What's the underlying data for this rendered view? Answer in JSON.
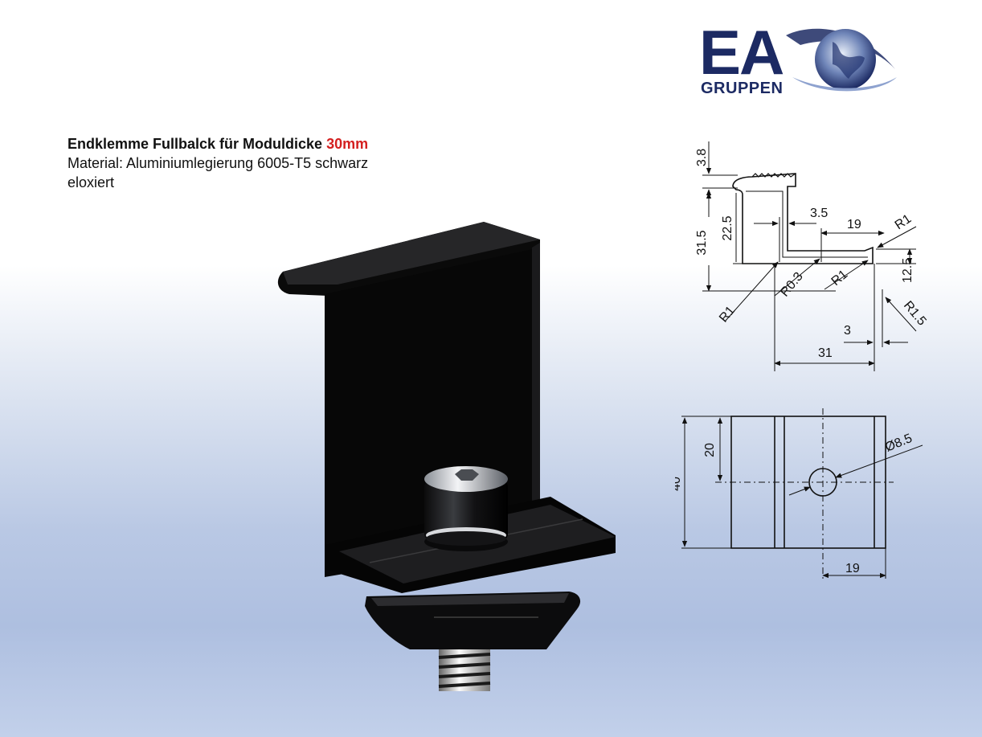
{
  "logo": {
    "brand": "EA",
    "subtitle": "GRUPPEN"
  },
  "product": {
    "title": "Endklemme Fullbalck für Moduldicke",
    "thickness": "30mm",
    "material_line1": "Material: Aluminiumlegierung 6005-T5 schwarz",
    "material_line2": "eloxiert"
  },
  "colors": {
    "brand_navy": "#1c2a63",
    "accent_red": "#d42020"
  },
  "drawing": {
    "side_view": {
      "d_3_8": "3.8",
      "d_22_5": "22.5",
      "d_3_5": "3.5",
      "d_19": "19",
      "d_R1_top": "R1",
      "d_31_5": "31.5",
      "d_12_5": "12.5",
      "d_R0_3": "R0.3",
      "d_R1_mid": "R1",
      "d_R1_left": "R1",
      "d_R1_5": "R1.5",
      "d_3": "3",
      "d_31": "31"
    },
    "top_view": {
      "d_20": "20",
      "d_40": "40",
      "d_dia": "Ø8.5",
      "d_19": "19"
    }
  }
}
